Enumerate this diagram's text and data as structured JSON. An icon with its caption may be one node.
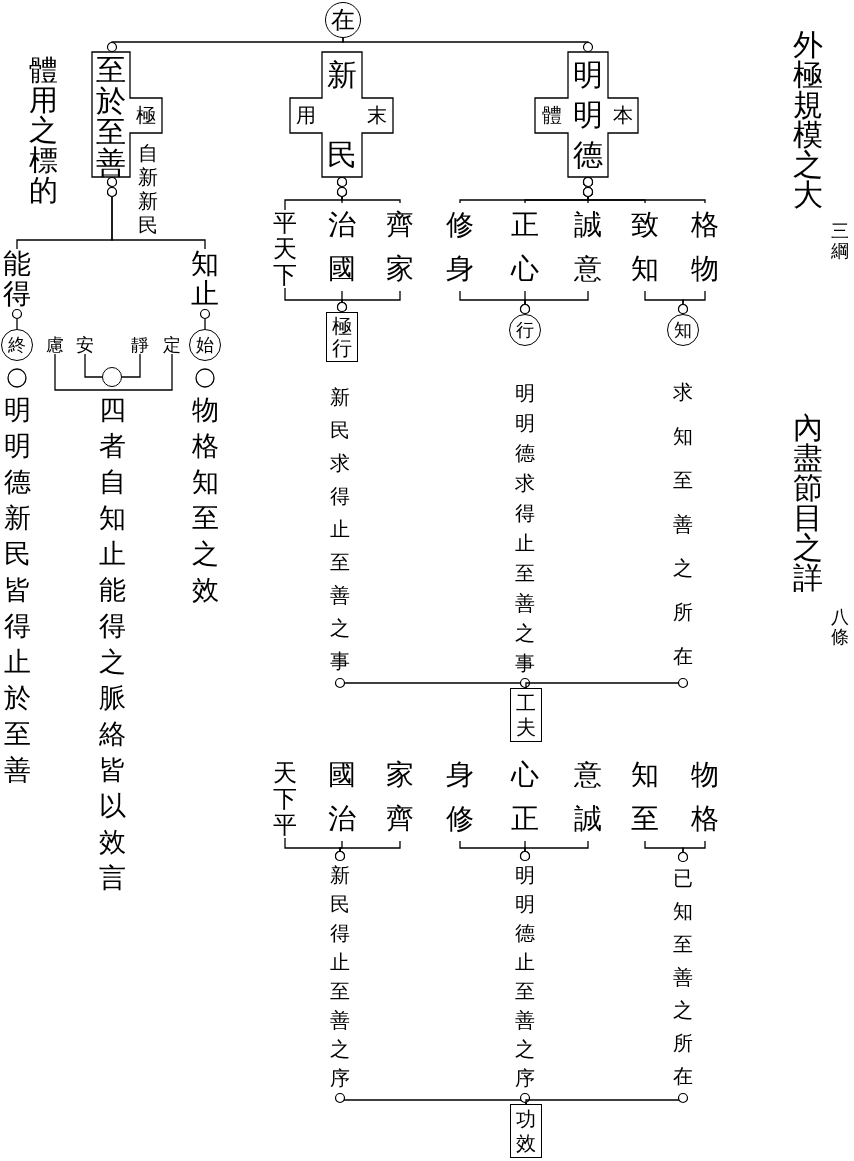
{
  "diagram": {
    "nodes": [
      {
        "text": [
          "在"
        ]
      },
      {
        "text": [
          "至於至善",
          "極"
        ],
        "beside": [
          "自新新民"
        ]
      },
      {
        "text": [
          "用",
          "新民",
          "末"
        ]
      },
      {
        "text": [
          "體",
          "明明德",
          "本"
        ]
      },
      {
        "text": [
          "能得"
        ]
      },
      {
        "text": [
          "知止"
        ]
      },
      {
        "text": [
          "終"
        ]
      },
      {
        "text": [
          "始"
        ]
      },
      {
        "text": [
          "明明德新民皆得止於至善"
        ]
      },
      {
        "text": [
          "慮"
        ]
      },
      {
        "text": [
          "安"
        ]
      },
      {
        "text": [
          "靜"
        ]
      },
      {
        "text": [
          "定"
        ]
      },
      {
        "text": [],
        "shape": "circle"
      },
      {
        "text": [
          "四者自知止能得之脈絡皆以效言"
        ]
      },
      {
        "text": [
          "物格知至之效"
        ]
      },
      {
        "text": [
          "平天下"
        ]
      },
      {
        "text": [
          "治國"
        ]
      },
      {
        "text": [
          "齊家"
        ]
      },
      {
        "text": [
          "修身"
        ]
      },
      {
        "text": [
          "正心"
        ]
      },
      {
        "text": [
          "誠意"
        ]
      },
      {
        "text": [
          "致知"
        ]
      },
      {
        "text": [
          "格物"
        ]
      },
      {
        "text": [
          "極行"
        ]
      },
      {
        "text": [
          "行"
        ]
      },
      {
        "text": [
          "知"
        ]
      },
      {
        "text": [
          "新民求得止至善之事"
        ]
      },
      {
        "text": [
          "明明德求得止至善之事"
        ]
      },
      {
        "text": [
          "求知至善之所在"
        ]
      },
      {
        "text": [
          "工夫"
        ]
      },
      {
        "text": [
          "天下平"
        ]
      },
      {
        "text": [
          "國治"
        ]
      },
      {
        "text": [
          "家齊"
        ]
      },
      {
        "text": [
          "身修"
        ]
      },
      {
        "text": [
          "心正"
        ]
      },
      {
        "text": [
          "意誠"
        ]
      },
      {
        "text": [
          "知至"
        ]
      },
      {
        "text": [
          "物格"
        ]
      },
      {
        "text": [
          "新民得止至善之序"
        ]
      },
      {
        "text": [
          "明明德止至善之序"
        ]
      },
      {
        "text": [
          "已知至善之所在"
        ]
      },
      {
        "text": [
          "功效"
        ]
      }
    ],
    "edges": [
      {
        "from": 0,
        "to": 1,
        "arrow": "other"
      },
      {
        "from": 0,
        "to": 3,
        "arrow": "other"
      },
      {
        "from": 1,
        "to": 4,
        "arrow": "other"
      },
      {
        "from": 1,
        "to": 5,
        "arrow": "other"
      },
      {
        "from": 4,
        "to": 6,
        "arrow": "other"
      },
      {
        "from": 5,
        "to": 7,
        "arrow": "other"
      },
      {
        "from": 9,
        "to": 12,
        "arrow": "none"
      },
      {
        "from": 10,
        "to": 13,
        "arrow": "none"
      },
      {
        "from": 11,
        "to": 13,
        "arrow": "none"
      },
      {
        "from": 2,
        "to": 16,
        "arrow": "other"
      },
      {
        "from": 2,
        "to": 17,
        "arrow": "other"
      },
      {
        "from": 2,
        "to": 18,
        "arrow": "other"
      },
      {
        "from": 3,
        "to": 19,
        "arrow": "other"
      },
      {
        "from": 3,
        "to": 20,
        "arrow": "other"
      },
      {
        "from": 3,
        "to": 21,
        "arrow": "other"
      },
      {
        "from": 3,
        "to": 22,
        "arrow": "other"
      },
      {
        "from": 3,
        "to": 23,
        "arrow": "other"
      },
      {
        "from": 16,
        "to": 24,
        "arrow": "other"
      },
      {
        "from": 17,
        "to": 24,
        "arrow": "other"
      },
      {
        "from": 18,
        "to": 24,
        "arrow": "other"
      },
      {
        "from": 19,
        "to": 25,
        "arrow": "other"
      },
      {
        "from": 20,
        "to": 25,
        "arrow": "other"
      },
      {
        "from": 21,
        "to": 25,
        "arrow": "other"
      },
      {
        "from": 22,
        "to": 26,
        "arrow": "other"
      },
      {
        "from": 23,
        "to": 26,
        "arrow": "other"
      },
      {
        "from": 27,
        "to": 30,
        "arrow": "other"
      },
      {
        "from": 28,
        "to": 30,
        "arrow": "other"
      },
      {
        "from": 29,
        "to": 30,
        "arrow": "other"
      },
      {
        "from": 31,
        "to": 39,
        "arrow": "other"
      },
      {
        "from": 32,
        "to": 39,
        "arrow": "other"
      },
      {
        "from": 33,
        "to": 39,
        "arrow": "other"
      },
      {
        "from": 34,
        "to": 40,
        "arrow": "other"
      },
      {
        "from": 35,
        "to": 40,
        "arrow": "other"
      },
      {
        "from": 36,
        "to": 40,
        "arrow": "other"
      },
      {
        "from": 37,
        "to": 41,
        "arrow": "other"
      },
      {
        "from": 38,
        "to": 41,
        "arrow": "other"
      },
      {
        "from": 39,
        "to": 42,
        "arrow": "other"
      },
      {
        "from": 40,
        "to": 42,
        "arrow": "other"
      },
      {
        "from": 41,
        "to": 42,
        "arrow": "other"
      }
    ],
    "labels": [
      "體用之標的",
      "外極規模之大",
      "三綱",
      "內盡節目之詳",
      "八條"
    ]
  }
}
